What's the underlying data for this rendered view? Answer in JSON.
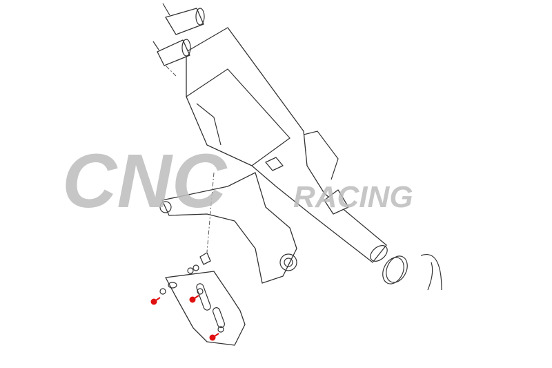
{
  "watermark": {
    "brand": "CNC",
    "sub": "RACING",
    "color": "#bdbdbd"
  },
  "diagram": {
    "parts": [
      "muffler",
      "mounting-rubber-upper",
      "mounting-rubber-lower",
      "exhaust-clamp",
      "frame",
      "heel-guard-bracket",
      "screws",
      "washers"
    ],
    "highlight_color": "#e01010"
  }
}
